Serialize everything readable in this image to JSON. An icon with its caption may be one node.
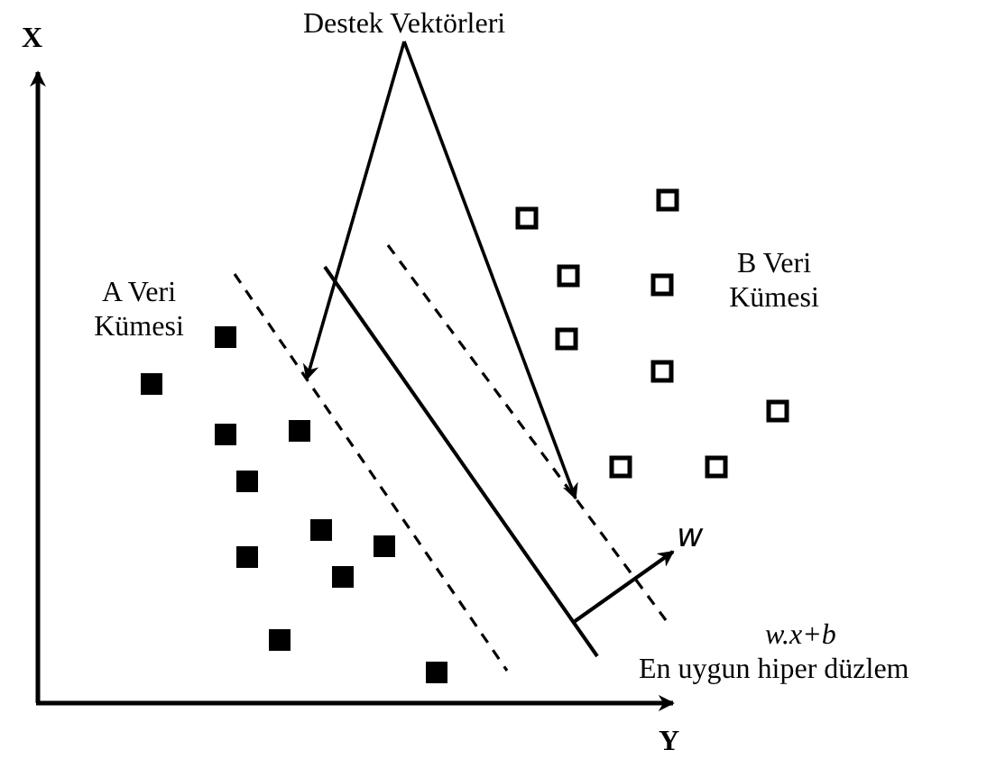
{
  "diagram": {
    "nodes": [
      {
        "text": [
          "Destek Vektörleri"
        ]
      },
      {
        "text": [],
        "shape": "line"
      },
      {
        "text": [],
        "shape": "line"
      },
      {
        "text": [],
        "shape": "line"
      }
    ],
    "edges": [
      {
        "from": 0,
        "to": 1,
        "arrow": "to"
      },
      {
        "from": 0,
        "to": 3,
        "arrow": "to"
      }
    ],
    "labels": [
      "X",
      "A Veri Kümesi",
      "B Veri Kümesi",
      "w",
      "w.x+b",
      "En uygun hiper düzlem",
      "Y"
    ]
  }
}
